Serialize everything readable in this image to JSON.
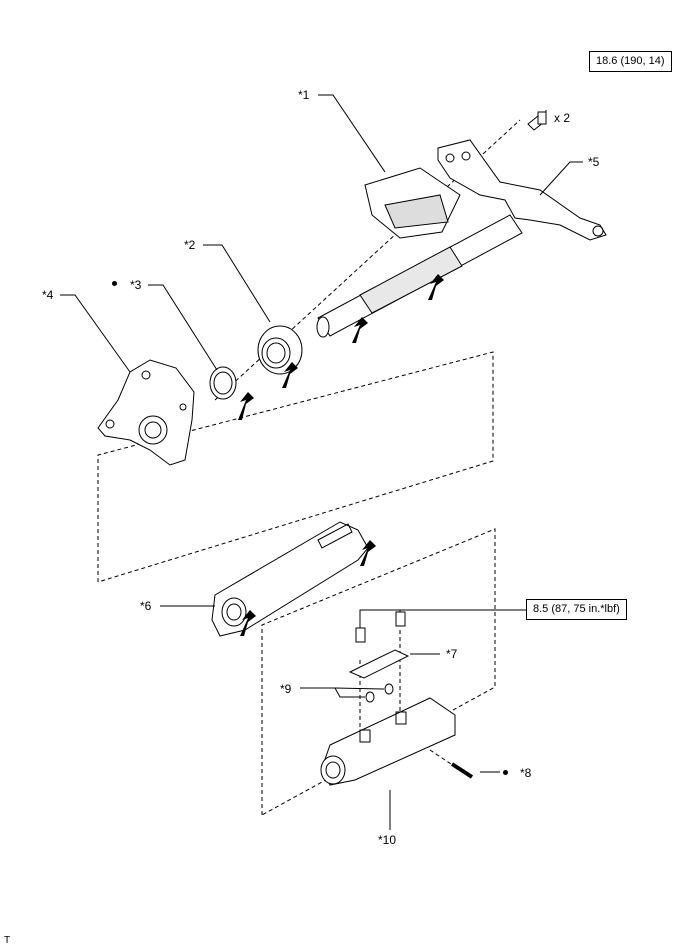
{
  "labels": {
    "p1": "*1",
    "p2": "*2",
    "p3": "*3",
    "p4": "*4",
    "p5": "*5",
    "p6": "*6",
    "p7": "*7",
    "p8": "*8",
    "p9": "*9",
    "p10": "*10"
  },
  "torque": {
    "bolt_top": "18.6 (190, 14)",
    "bolt_mid": "8.5 (87, 75 in.*lbf)"
  },
  "quantity": "x 2",
  "corner_mark": "T"
}
